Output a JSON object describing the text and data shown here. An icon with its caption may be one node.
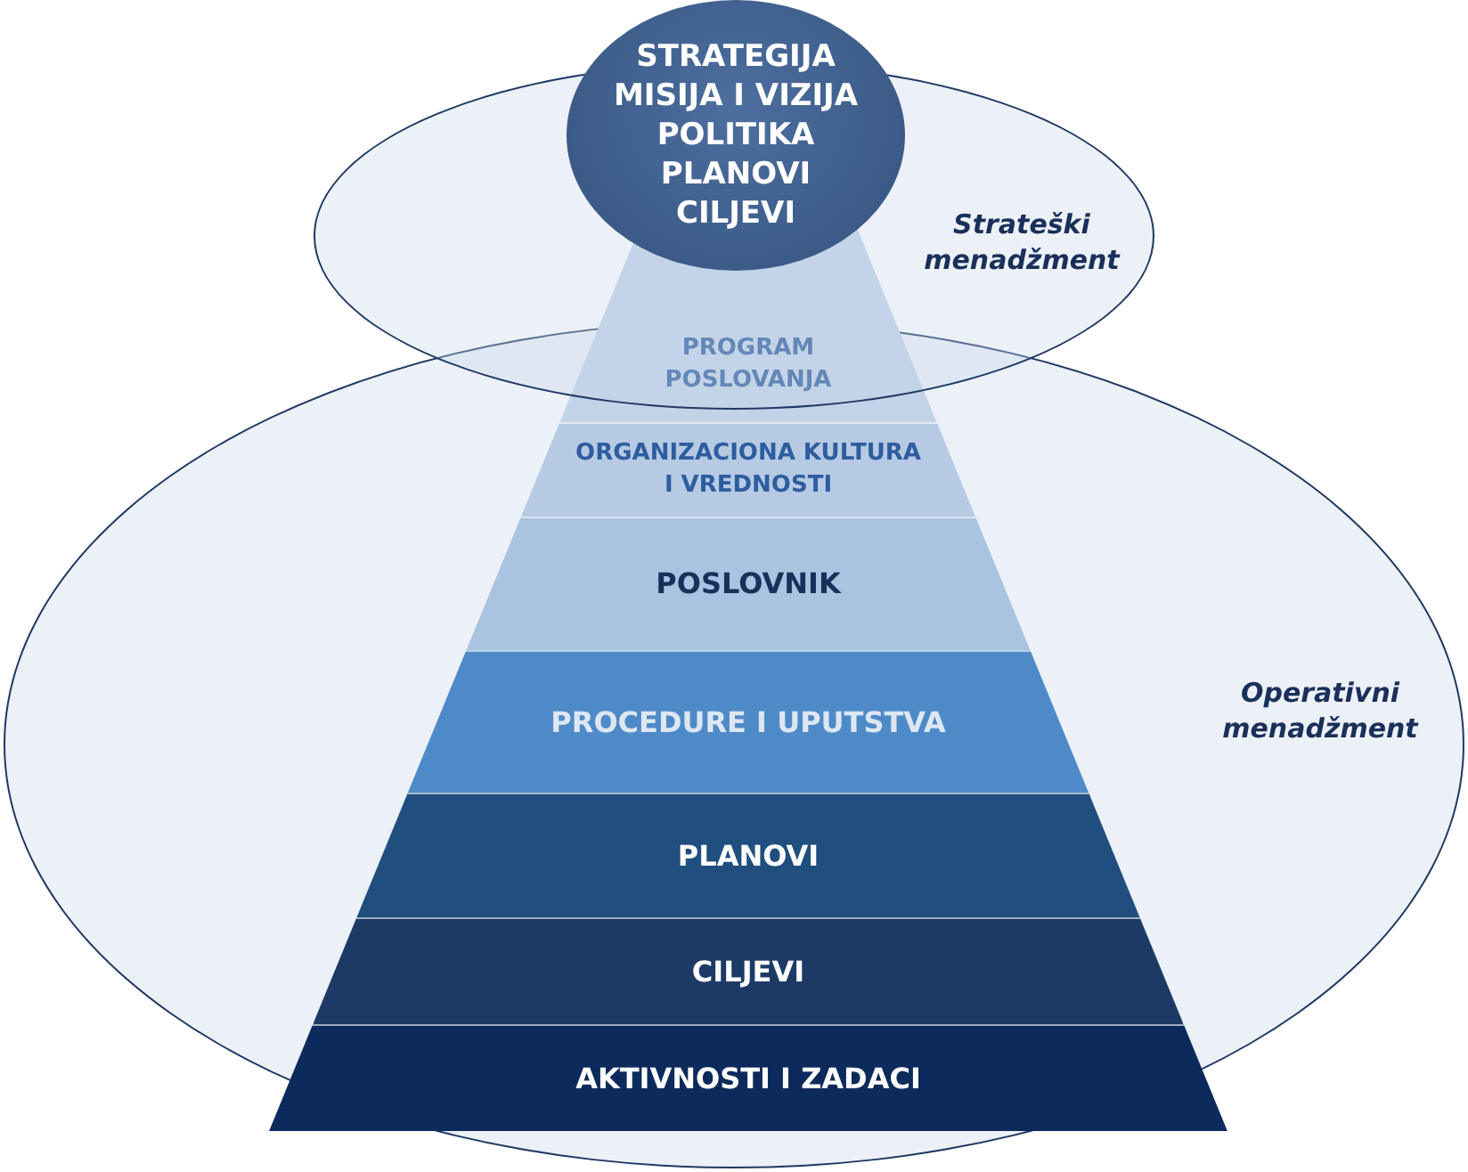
{
  "diagram": {
    "nodes": [
      {
        "text": [
          "Strateški menadžment"
        ]
      },
      {
        "text": [
          "STRATEGIJA MISIJA I VIZIJA POLITIKA PLANOVI CILJEVI"
        ]
      },
      {
        "text": [
          "PROGRAM POSLOVANJA"
        ]
      },
      {
        "text": [
          "ORGANIZACIONA KULTURA I VREDNOSTI"
        ],
        "in": 4
      },
      {
        "text": [
          "Operativni menadžment"
        ]
      },
      {
        "text": [
          "POSLOVNIK"
        ],
        "in": 4
      },
      {
        "text": [
          "PROCEDURE I UPUTSTVA"
        ],
        "in": 4
      },
      {
        "text": [
          "PLANOVI"
        ],
        "in": 4
      },
      {
        "text": [
          "CILJEVI"
        ],
        "in": 4
      },
      {
        "text": [
          "AKTIVNOSTI I ZADACI"
        ],
        "in": 4
      }
    ],
    "edges": []
  }
}
